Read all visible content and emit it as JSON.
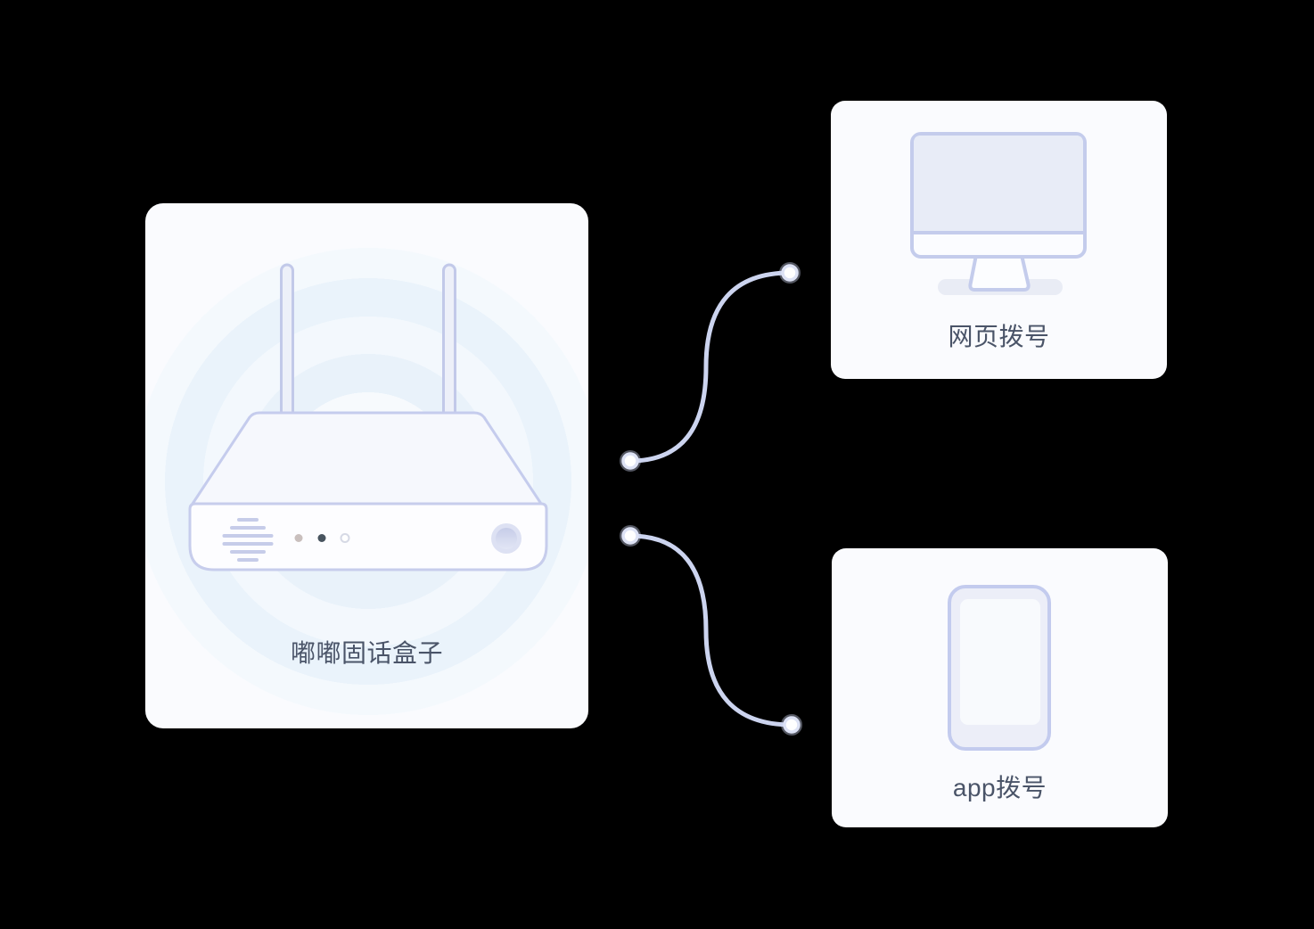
{
  "cards": {
    "device": {
      "label": "嘟嘟固话盒子"
    },
    "web": {
      "label": "网页拨号"
    },
    "app": {
      "label": "app拨号"
    }
  },
  "icons": {
    "device": "wireless-router-icon",
    "web": "desktop-monitor-icon",
    "app": "smartphone-icon"
  },
  "connections": [
    {
      "from": "device",
      "to": "web"
    },
    {
      "from": "device",
      "to": "app"
    }
  ],
  "colors": {
    "background": "#000000",
    "card_background": "#fafbfe",
    "outline_lavender": "#c5cdec",
    "fill_light_lavender": "#e9ecf8",
    "connector_line": "#ccd4ef",
    "label_text": "#4a5468",
    "ripple_blue": "#e9f2fa"
  }
}
